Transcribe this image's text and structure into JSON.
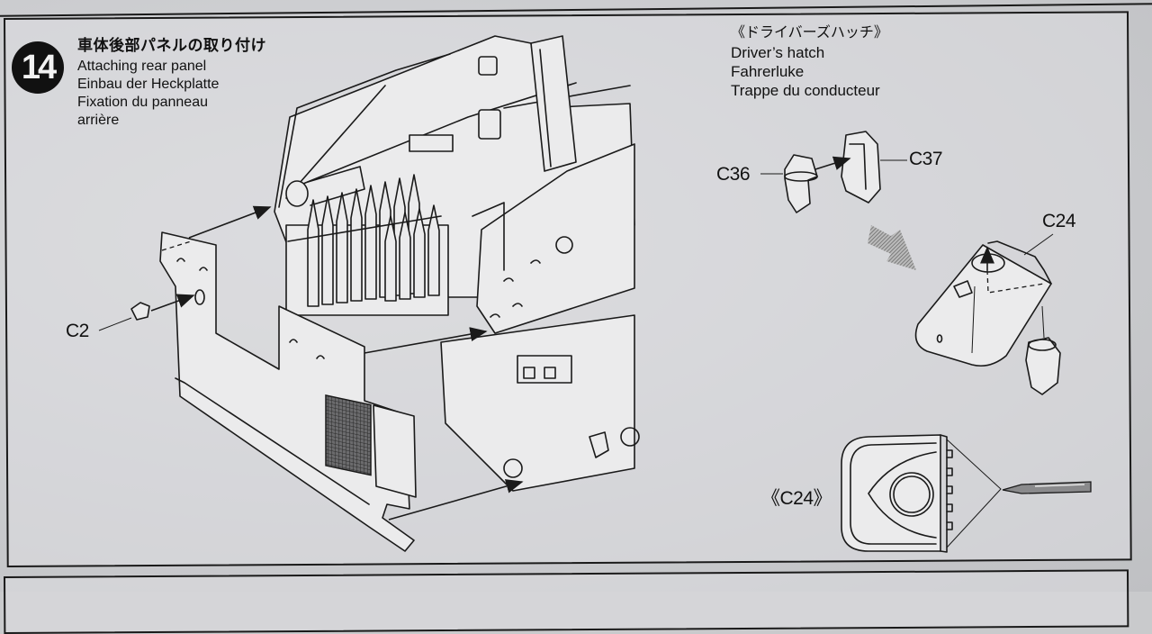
{
  "step": {
    "number": "14",
    "title_jp": "車体後部パネルの取り付け",
    "title_lines": [
      "Attaching rear panel",
      "Einbau der Heckplatte",
      "Fixation du panneau",
      "arrière"
    ]
  },
  "sub_assembly": {
    "title_jp": "《ドライバーズハッチ》",
    "title_lines": [
      "Driver’s hatch",
      "Fahrerluke",
      "Trappe du conducteur"
    ]
  },
  "parts": {
    "c2": "C2",
    "c36": "C36",
    "c37": "C37",
    "c24": "C24",
    "c24_detail": "《C24》"
  },
  "colors": {
    "paper": "#c9cacc",
    "ink": "#1a1a1a",
    "badge": "#111111"
  }
}
